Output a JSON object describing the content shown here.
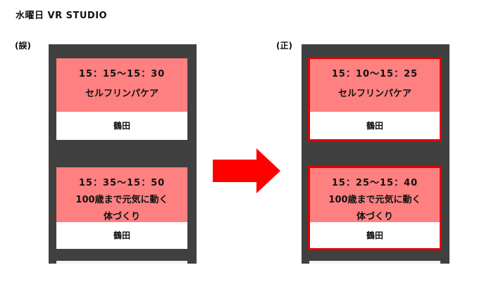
{
  "header": {
    "title": "水曜日  VR STUDIO"
  },
  "wrong": {
    "label": "(誤)",
    "sessions": [
      {
        "time": "15：15～15：30",
        "title": "セルフリンパケア",
        "instructor": "鶴田"
      },
      {
        "time": "15：35～15：50",
        "title_line1": "100歳まで元気に動く",
        "title_line2": "体づくり",
        "instructor": "鶴田"
      }
    ]
  },
  "correct": {
    "label": "(正)",
    "sessions": [
      {
        "time": "15：10～15：25",
        "title": "セルフリンパケア",
        "instructor": "鶴田"
      },
      {
        "time": "15：25～15：40",
        "title_line1": "100歳まで元気に動く",
        "title_line2": "体づくり",
        "instructor": "鶴田"
      }
    ]
  },
  "colors": {
    "card_pink": "#ff8080",
    "column_bg": "#404040",
    "highlight_red": "#e00000",
    "arrow_red": "#ff0000"
  },
  "icons": {
    "arrow": "right-arrow-icon"
  }
}
